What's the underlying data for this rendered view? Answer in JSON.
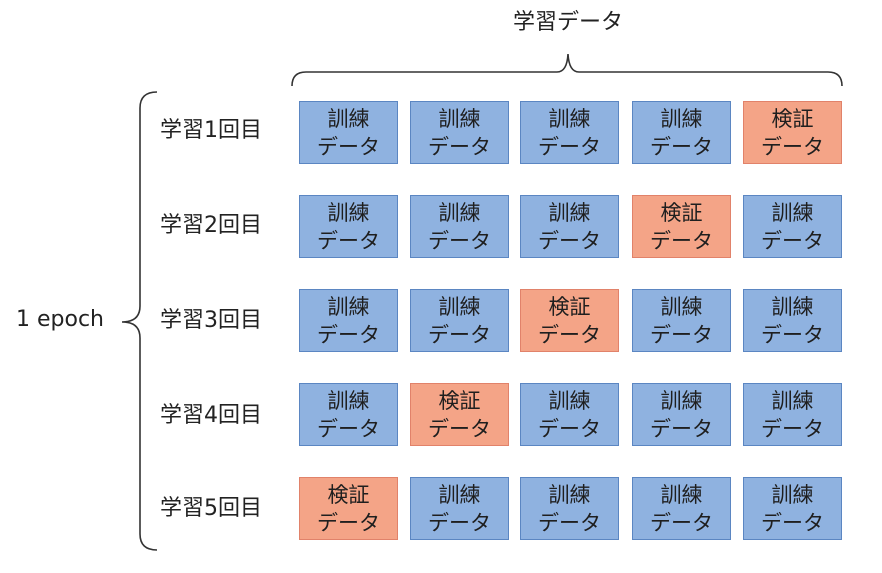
{
  "header": {
    "train_data_label": "学習データ"
  },
  "epoch": {
    "label": "1 epoch"
  },
  "rows": [
    {
      "label": "学習1回目",
      "cells": [
        {
          "line1": "訓練",
          "line2": "データ",
          "kind": "train"
        },
        {
          "line1": "訓練",
          "line2": "データ",
          "kind": "train"
        },
        {
          "line1": "訓練",
          "line2": "データ",
          "kind": "train"
        },
        {
          "line1": "訓練",
          "line2": "データ",
          "kind": "train"
        },
        {
          "line1": "検証",
          "line2": "データ",
          "kind": "validation"
        }
      ]
    },
    {
      "label": "学習2回目",
      "cells": [
        {
          "line1": "訓練",
          "line2": "データ",
          "kind": "train"
        },
        {
          "line1": "訓練",
          "line2": "データ",
          "kind": "train"
        },
        {
          "line1": "訓練",
          "line2": "データ",
          "kind": "train"
        },
        {
          "line1": "検証",
          "line2": "データ",
          "kind": "validation"
        },
        {
          "line1": "訓練",
          "line2": "データ",
          "kind": "train"
        }
      ]
    },
    {
      "label": "学習3回目",
      "cells": [
        {
          "line1": "訓練",
          "line2": "データ",
          "kind": "train"
        },
        {
          "line1": "訓練",
          "line2": "データ",
          "kind": "train"
        },
        {
          "line1": "検証",
          "line2": "データ",
          "kind": "validation"
        },
        {
          "line1": "訓練",
          "line2": "データ",
          "kind": "train"
        },
        {
          "line1": "訓練",
          "line2": "データ",
          "kind": "train"
        }
      ]
    },
    {
      "label": "学習4回目",
      "cells": [
        {
          "line1": "訓練",
          "line2": "データ",
          "kind": "train"
        },
        {
          "line1": "検証",
          "line2": "データ",
          "kind": "validation"
        },
        {
          "line1": "訓練",
          "line2": "データ",
          "kind": "train"
        },
        {
          "line1": "訓練",
          "line2": "データ",
          "kind": "train"
        },
        {
          "line1": "訓練",
          "line2": "データ",
          "kind": "train"
        }
      ]
    },
    {
      "label": "学習5回目",
      "cells": [
        {
          "line1": "検証",
          "line2": "データ",
          "kind": "validation"
        },
        {
          "line1": "訓練",
          "line2": "データ",
          "kind": "train"
        },
        {
          "line1": "訓練",
          "line2": "データ",
          "kind": "train"
        },
        {
          "line1": "訓練",
          "line2": "データ",
          "kind": "train"
        },
        {
          "line1": "訓練",
          "line2": "データ",
          "kind": "train"
        }
      ]
    }
  ],
  "colors": {
    "train_fill": "#8fb2e0",
    "train_border": "#5b86c2",
    "validation_fill": "#f4a487",
    "validation_border": "#e1826a"
  }
}
